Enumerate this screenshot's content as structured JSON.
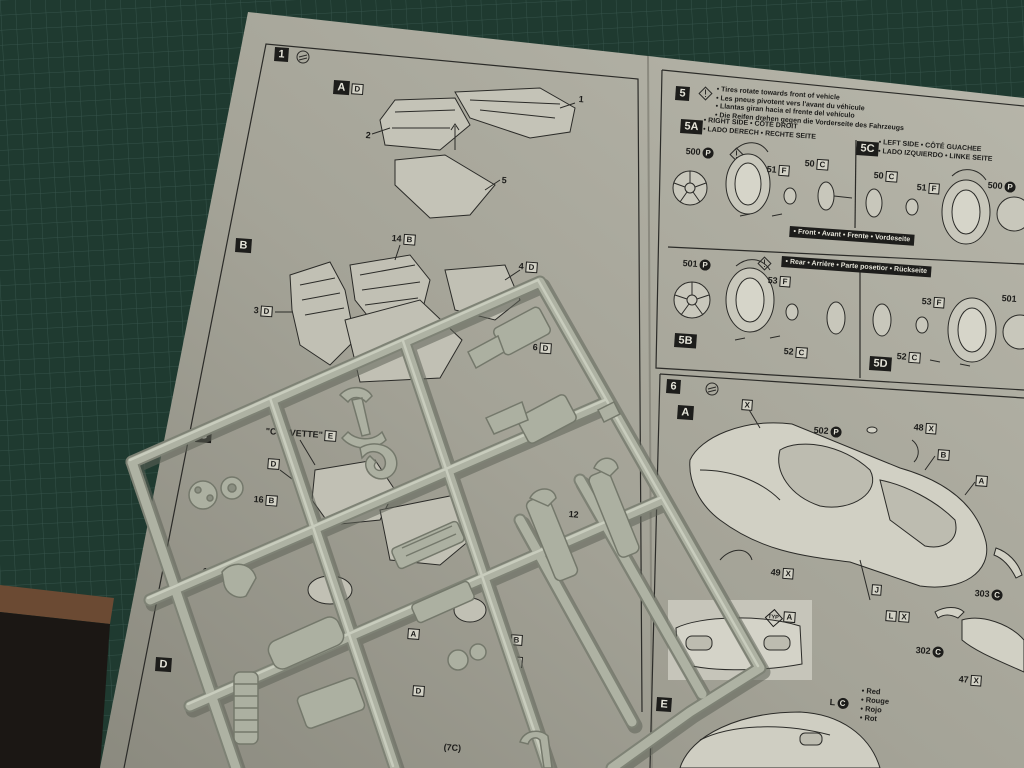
{
  "colors": {
    "mat": "#1f3a30",
    "paper": "#a8a79b",
    "sprue": "#a9ad9f",
    "ink": "#1d1d1b"
  },
  "step1": {
    "number": "1",
    "panel_a": {
      "letter": "A",
      "ref": "D",
      "part_numbers": [
        "1",
        "2",
        "5"
      ]
    },
    "panel_b": {
      "letter": "B",
      "parts": [
        {
          "num": "14",
          "ref": "B"
        },
        {
          "num": "4",
          "ref": "D"
        },
        {
          "num": "3",
          "ref": "D"
        },
        {
          "num": "6",
          "ref": "D"
        }
      ]
    },
    "panel_c": {
      "letter": "C",
      "callout": "\"CORVETTE\"",
      "callout_ref": "E",
      "parts": [
        {
          "num": "16",
          "ref": "B"
        },
        {
          "num": "13"
        },
        {
          "num": "12"
        }
      ],
      "refs": [
        "D",
        "A",
        "B",
        "B"
      ]
    },
    "panel_d": {
      "letter": "D",
      "refs": [
        "D"
      ],
      "note": "(7C)"
    }
  },
  "step5": {
    "number": "5",
    "notes": [
      "• Tires rotate towards front of vehicle",
      "• Les pneus pivotent vers l'avant du véhicule",
      "• Llantas giran hacia el frente del vehículo",
      "• Die Reifen drehen gegen die Vorderseite des Fahrzeugs"
    ],
    "panel_5a": {
      "label": "5A",
      "side": [
        "• RIGHT SIDE • CÔTÉ DROIT",
        "• LADO DERECH • RECHTE SEITE"
      ],
      "parts": [
        {
          "num": "500",
          "ref": "P"
        },
        {
          "num": "51",
          "ref": "F"
        },
        {
          "num": "50",
          "ref": "C"
        }
      ]
    },
    "panel_5c": {
      "label": "5C",
      "side": [
        "• LEFT SIDE • CÔTÉ GUACHEE",
        "• LADO IZQUIERDO • LINKE SEITE"
      ],
      "parts": [
        {
          "num": "50",
          "ref": "C"
        },
        {
          "num": "51",
          "ref": "F"
        },
        {
          "num": "500",
          "ref": "P"
        }
      ]
    },
    "front_banner": "• Front • Avant • Frente • Vordeseite",
    "rear_banner": "• Rear • Arrière • Parte posetior • Rückseite",
    "panel_5b": {
      "label": "5B",
      "parts": [
        {
          "num": "501",
          "ref": "P"
        },
        {
          "num": "53",
          "ref": "F"
        },
        {
          "num": "52",
          "ref": "C"
        }
      ]
    },
    "panel_5d": {
      "label": "5D",
      "parts": [
        {
          "num": "53",
          "ref": "F"
        },
        {
          "num": "52",
          "ref": "C"
        },
        {
          "num": "501"
        }
      ]
    }
  },
  "step6": {
    "number": "6",
    "panel_a": {
      "letter": "A",
      "parts": [
        {
          "ref": "X"
        },
        {
          "num": "502",
          "ref": "P"
        },
        {
          "num": "48",
          "ref": "X"
        },
        {
          "ref": "B"
        },
        {
          "ref": "A"
        },
        {
          "num": "49",
          "ref": "X"
        },
        {
          "ref": "J"
        },
        {
          "num": "303",
          "ref": "C"
        },
        {
          "num": "L",
          "ref": "X"
        },
        {
          "num": "302",
          "ref": "C"
        },
        {
          "num": "47",
          "ref": "X"
        }
      ]
    },
    "typ_view": {
      "badge": "TYP",
      "ref": "A"
    },
    "color_legend": {
      "letter": "L",
      "ref": "C",
      "colors": [
        "• Red",
        "• Rouge",
        "• Rojo",
        "• Rot"
      ]
    },
    "next_panel": {
      "letter": "E"
    }
  }
}
